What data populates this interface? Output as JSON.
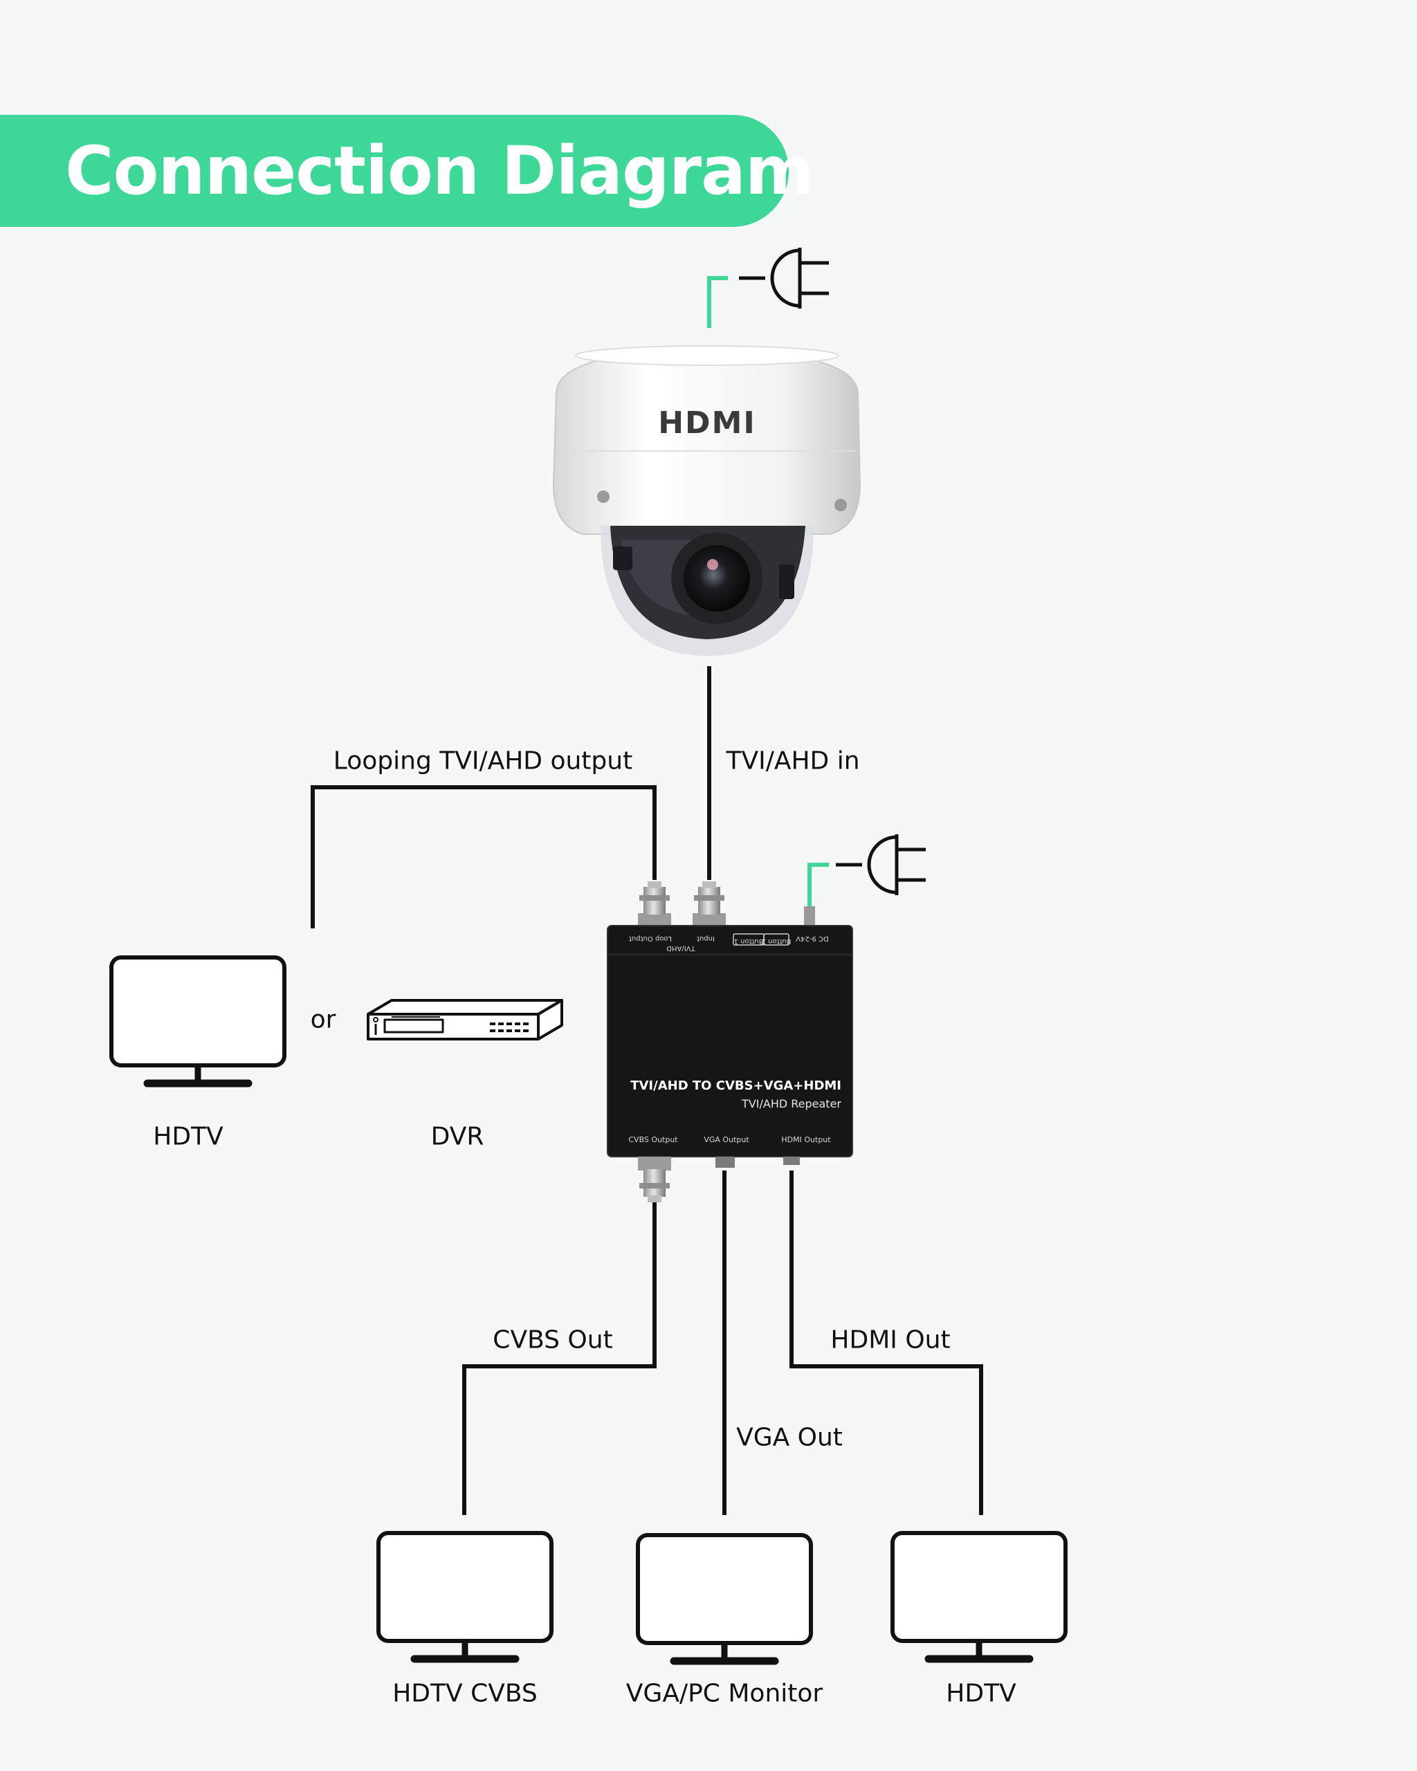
{
  "title": "Connection Diagram",
  "colors": {
    "banner": "#3dd897",
    "background": "#f6f7f7",
    "lines": "#111111",
    "power_lead": "#3dd897",
    "device_body": "#161616"
  },
  "camera": {
    "brand": "HDMI"
  },
  "connections": {
    "loop_output": "Looping TVI/AHD output",
    "input": "TVI/AHD in",
    "cvbs": "CVBS Out",
    "vga": "VGA Out",
    "hdmi": "HDMI Out",
    "or": "or"
  },
  "device": {
    "title": "TVI/AHD TO CVBS+VGA+HDMI",
    "subtitle": "TVI/AHD Repeater",
    "top_labels": {
      "loop": "Loop Output",
      "input": "Input",
      "group": "TVI/AHD",
      "button1": "Button 1",
      "button2": "Button 2",
      "power": "DC 9-24V"
    },
    "bottom_labels": {
      "cvbs": "CVBS Output",
      "vga": "VGA Output",
      "hdmi": "HDMI Output"
    }
  },
  "displays": {
    "loop_tv": "HDTV",
    "dvr": "DVR",
    "cvbs_tv": "HDTV CVBS",
    "vga_monitor": "VGA/PC Monitor",
    "hdmi_tv": "HDTV"
  },
  "icons": [
    "power-plug-icon",
    "dome-camera",
    "bnc-connector",
    "monitor-icon",
    "dvr-icon"
  ]
}
